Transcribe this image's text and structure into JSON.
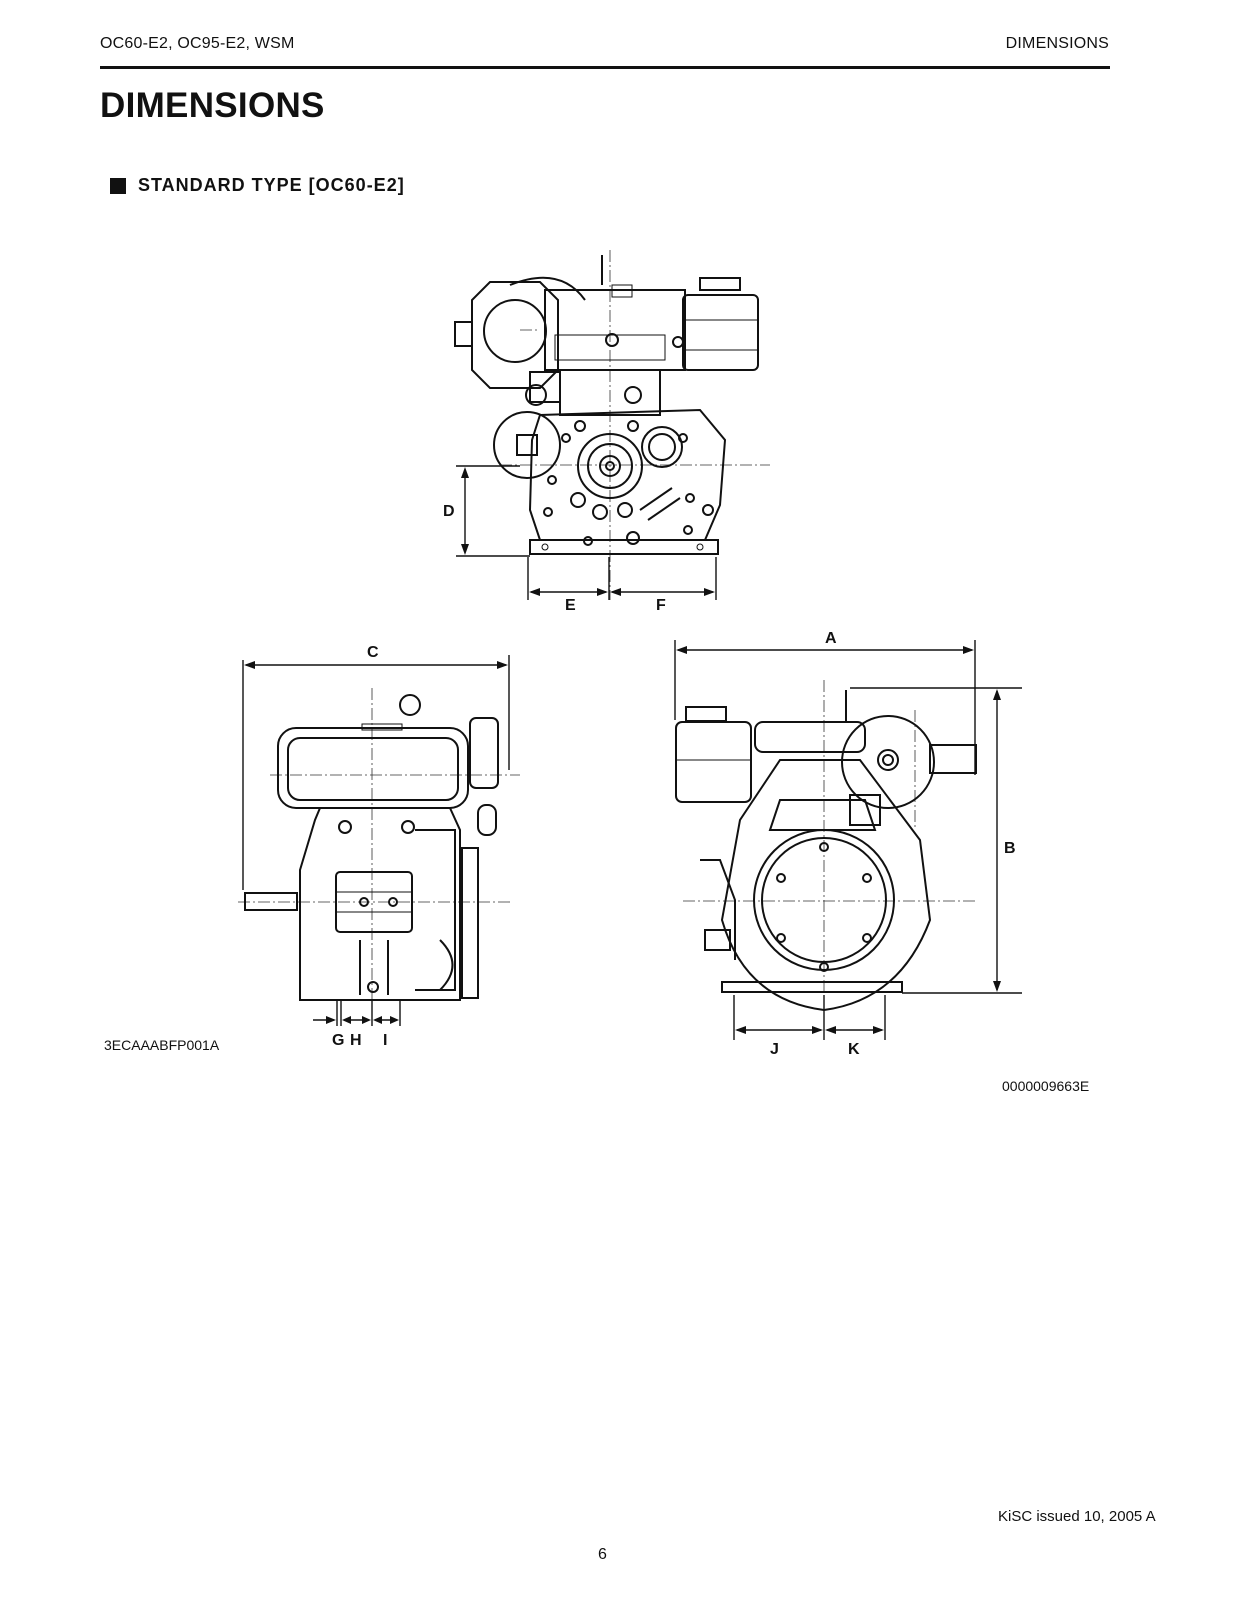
{
  "header": {
    "left": "OC60-E2, OC95-E2,  WSM",
    "right": "DIMENSIONS"
  },
  "page": {
    "title": "DIMENSIONS",
    "section_bullet_icon": "filled-square-icon",
    "section_title": "STANDARD  TYPE  [OC60-E2]"
  },
  "figure": {
    "code_left": "3ECAAABFP001A",
    "code_right": "0000009663E",
    "views": {
      "front": {
        "labels": [
          "D",
          "E",
          "F"
        ]
      },
      "side": {
        "labels": [
          "C",
          "G",
          "H",
          "I"
        ]
      },
      "rear": {
        "labels": [
          "A",
          "B",
          "J",
          "K"
        ]
      }
    },
    "dimension_labels": {
      "A": "A",
      "B": "B",
      "C": "C",
      "D": "D",
      "E": "E",
      "F": "F",
      "G": "G",
      "H": "H",
      "I": "I",
      "J": "J",
      "K": "K"
    }
  },
  "footer": {
    "page_number": "6",
    "issued": "KiSC issued 10, 2005 A"
  }
}
